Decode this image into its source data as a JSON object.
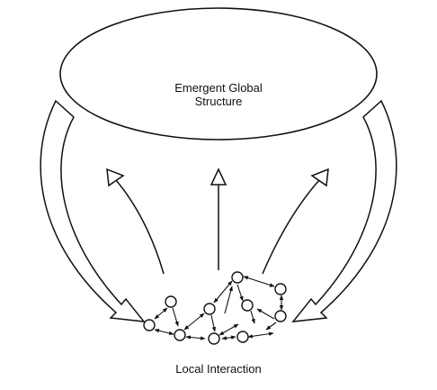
{
  "global_structure": {
    "line1": "Emergent Global",
    "line2": "Structure"
  },
  "local_interaction": {
    "label": "Local Interaction"
  }
}
